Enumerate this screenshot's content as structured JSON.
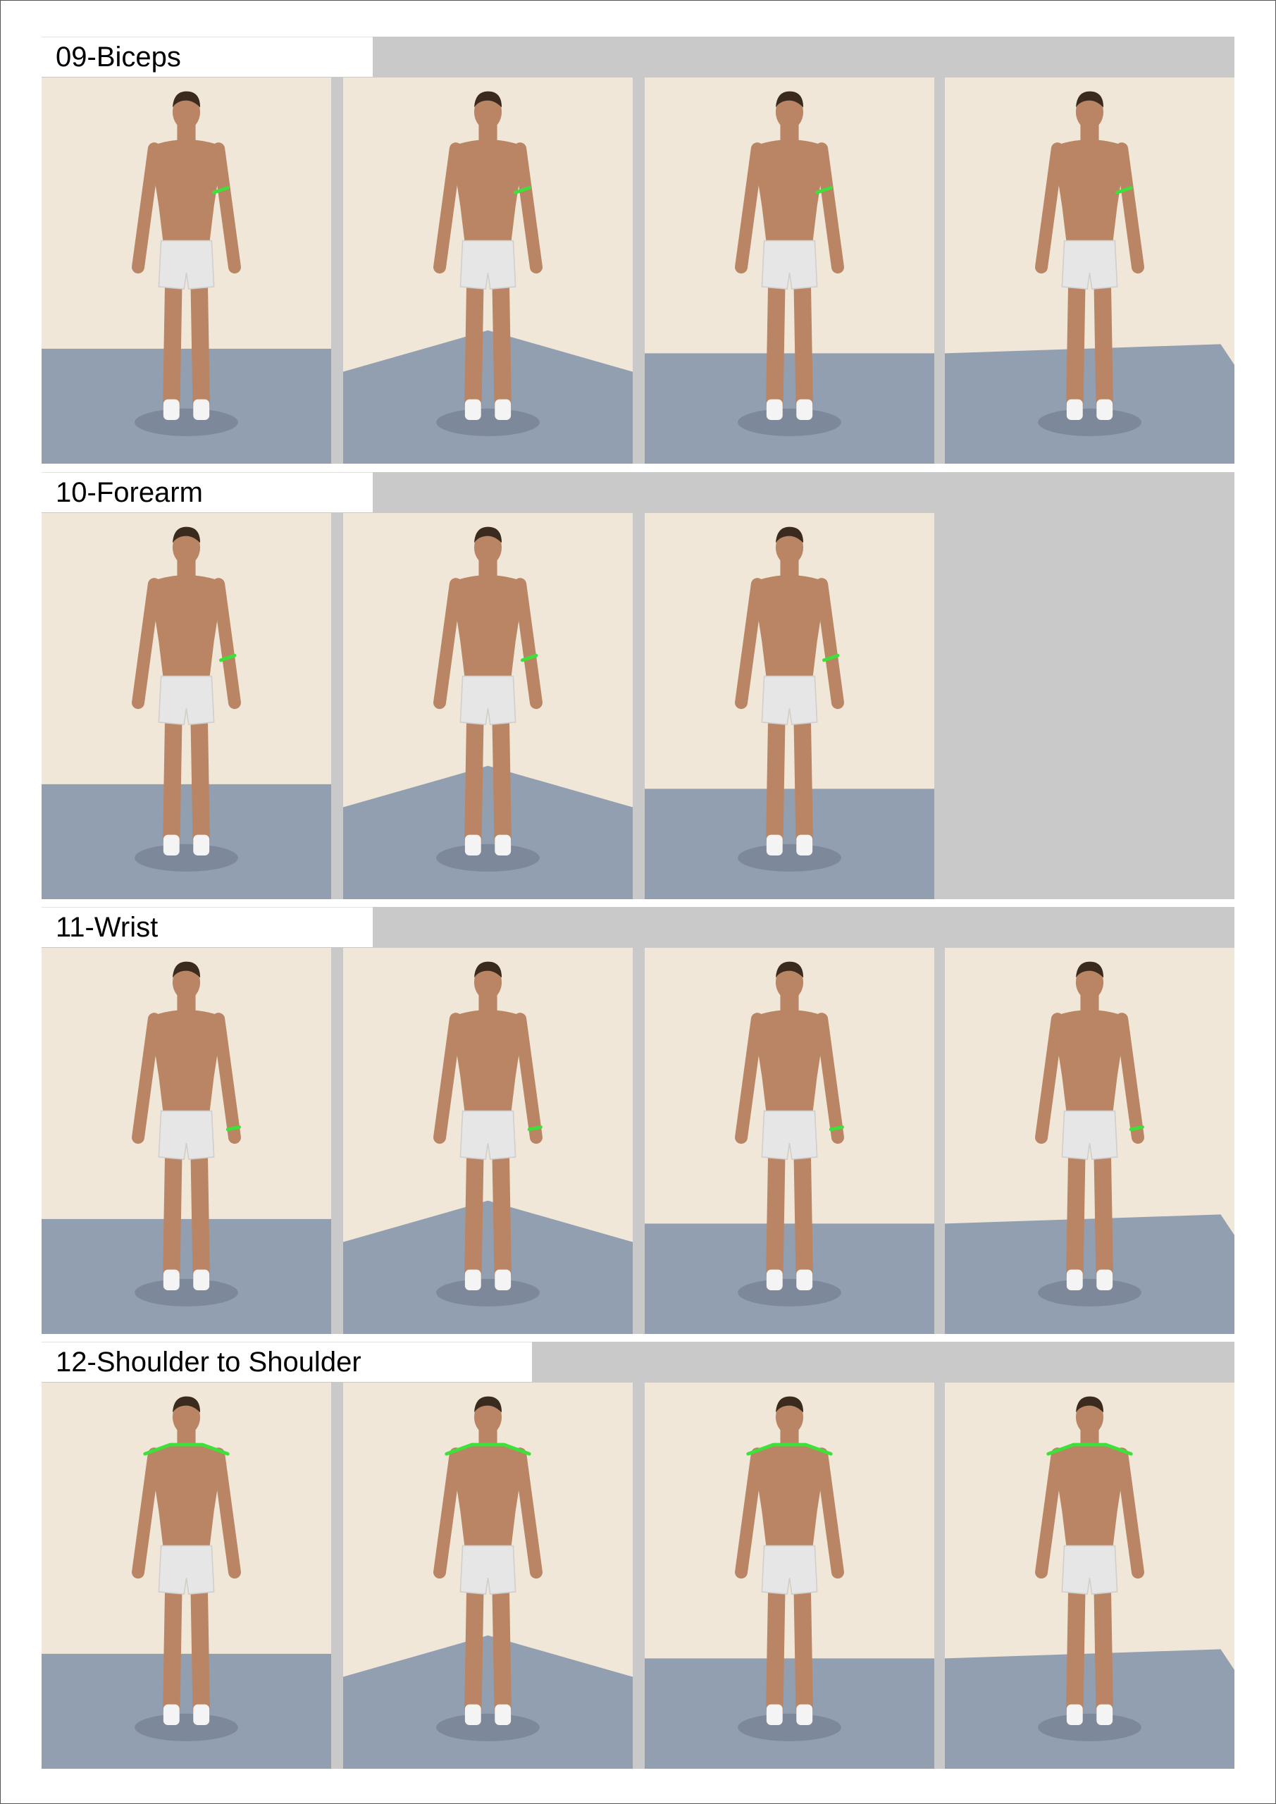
{
  "sections": [
    {
      "title": "09-Biceps",
      "tiles": 4,
      "mark": "biceps"
    },
    {
      "title": "10-Forearm",
      "tiles": 3,
      "mark": "forearm"
    },
    {
      "title": "11-Wrist",
      "tiles": 4,
      "mark": "wrist"
    },
    {
      "title": "12-Shoulder to Shoulder",
      "tiles": 4,
      "mark": "shoulder"
    }
  ],
  "colors": {
    "wall": "#f1e7d8",
    "floor": "#929fb0",
    "skin": "#b98564",
    "hair": "#3b2a1e",
    "shorts": "#e6e6e6",
    "measure": "#3ee03a",
    "band": "#c9c9c9"
  }
}
